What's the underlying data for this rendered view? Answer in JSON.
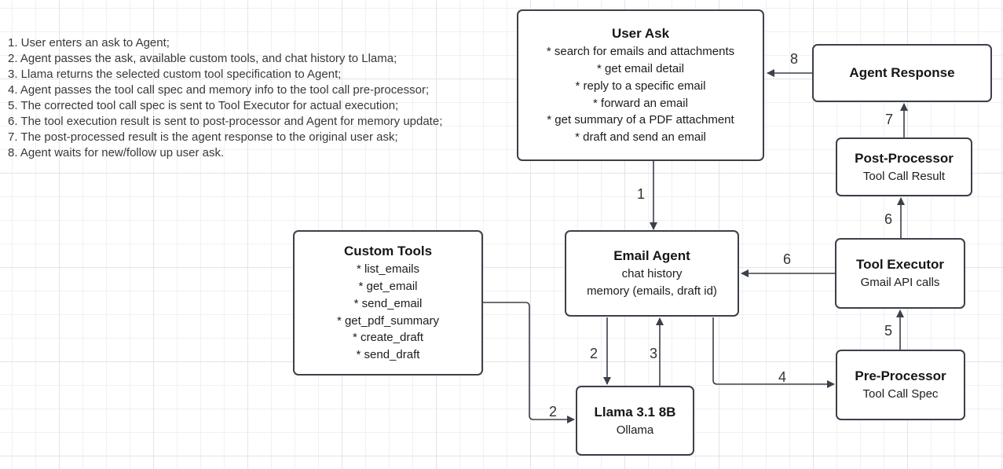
{
  "canvas": {
    "background": "#ffffff",
    "grid_minor_color": "#f1f1f4",
    "grid_major_color": "#e4e4e9"
  },
  "colors": {
    "stroke": "#3b4049",
    "edge_label": "#333333"
  },
  "instructions": [
    "1. User enters an ask to Agent;",
    "2. Agent passes the ask, available custom tools, and chat history to Llama;",
    "3. Llama returns the selected custom tool specification to Agent;",
    "4. Agent passes the tool call spec and memory info to the tool call pre-processor;",
    "5. The corrected tool call spec is sent to Tool Executor for actual execution;",
    "6. The tool execution result is sent to post-processor and Agent for memory update;",
    "7. The post-processed result is the agent response to the original user ask;",
    "8. Agent waits for new/follow up user ask."
  ],
  "boxes": {
    "user_ask": {
      "title": "User Ask",
      "items": [
        "* search for emails and attachments",
        "* get email detail",
        "* reply to a specific email",
        "* forward an email",
        "* get summary of a PDF attachment",
        "* draft and send an email"
      ]
    },
    "agent_response": {
      "title": "Agent Response"
    },
    "post_processor": {
      "title": "Post-Processor",
      "subtitle": "Tool Call Result"
    },
    "tool_executor": {
      "title": "Tool Executor",
      "subtitle": "Gmail API calls"
    },
    "pre_processor": {
      "title": "Pre-Processor",
      "subtitle": "Tool Call Spec"
    },
    "email_agent": {
      "title": "Email Agent",
      "items": [
        "chat history",
        "memory (emails, draft id)"
      ]
    },
    "custom_tools": {
      "title": "Custom Tools",
      "items": [
        "* list_emails",
        "* get_email",
        "* send_email",
        "* get_pdf_summary",
        "* create_draft",
        "* send_draft"
      ]
    },
    "llama": {
      "title": "Llama 3.1 8B",
      "subtitle": "Ollama"
    }
  },
  "edges": {
    "step1": {
      "label": "1",
      "from": "user-ask",
      "to": "email-agent"
    },
    "step2_agent_to_llama": {
      "label": "2",
      "from": "email-agent",
      "to": "llama"
    },
    "step2_tools_to_llama": {
      "label": "2",
      "from": "custom-tools",
      "to": "llama"
    },
    "step3": {
      "label": "3",
      "from": "llama",
      "to": "email-agent"
    },
    "step4": {
      "label": "4",
      "from": "email-agent",
      "to": "pre-processor"
    },
    "step5": {
      "label": "5",
      "from": "pre-processor",
      "to": "tool-executor"
    },
    "step6_to_post_processor": {
      "label": "6",
      "from": "tool-executor",
      "to": "post-processor"
    },
    "step6_to_email_agent": {
      "label": "6",
      "from": "tool-executor",
      "to": "email-agent"
    },
    "step7": {
      "label": "7",
      "from": "post-processor",
      "to": "agent-response"
    },
    "step8": {
      "label": "8",
      "from": "agent-response",
      "to": "user-ask"
    }
  }
}
